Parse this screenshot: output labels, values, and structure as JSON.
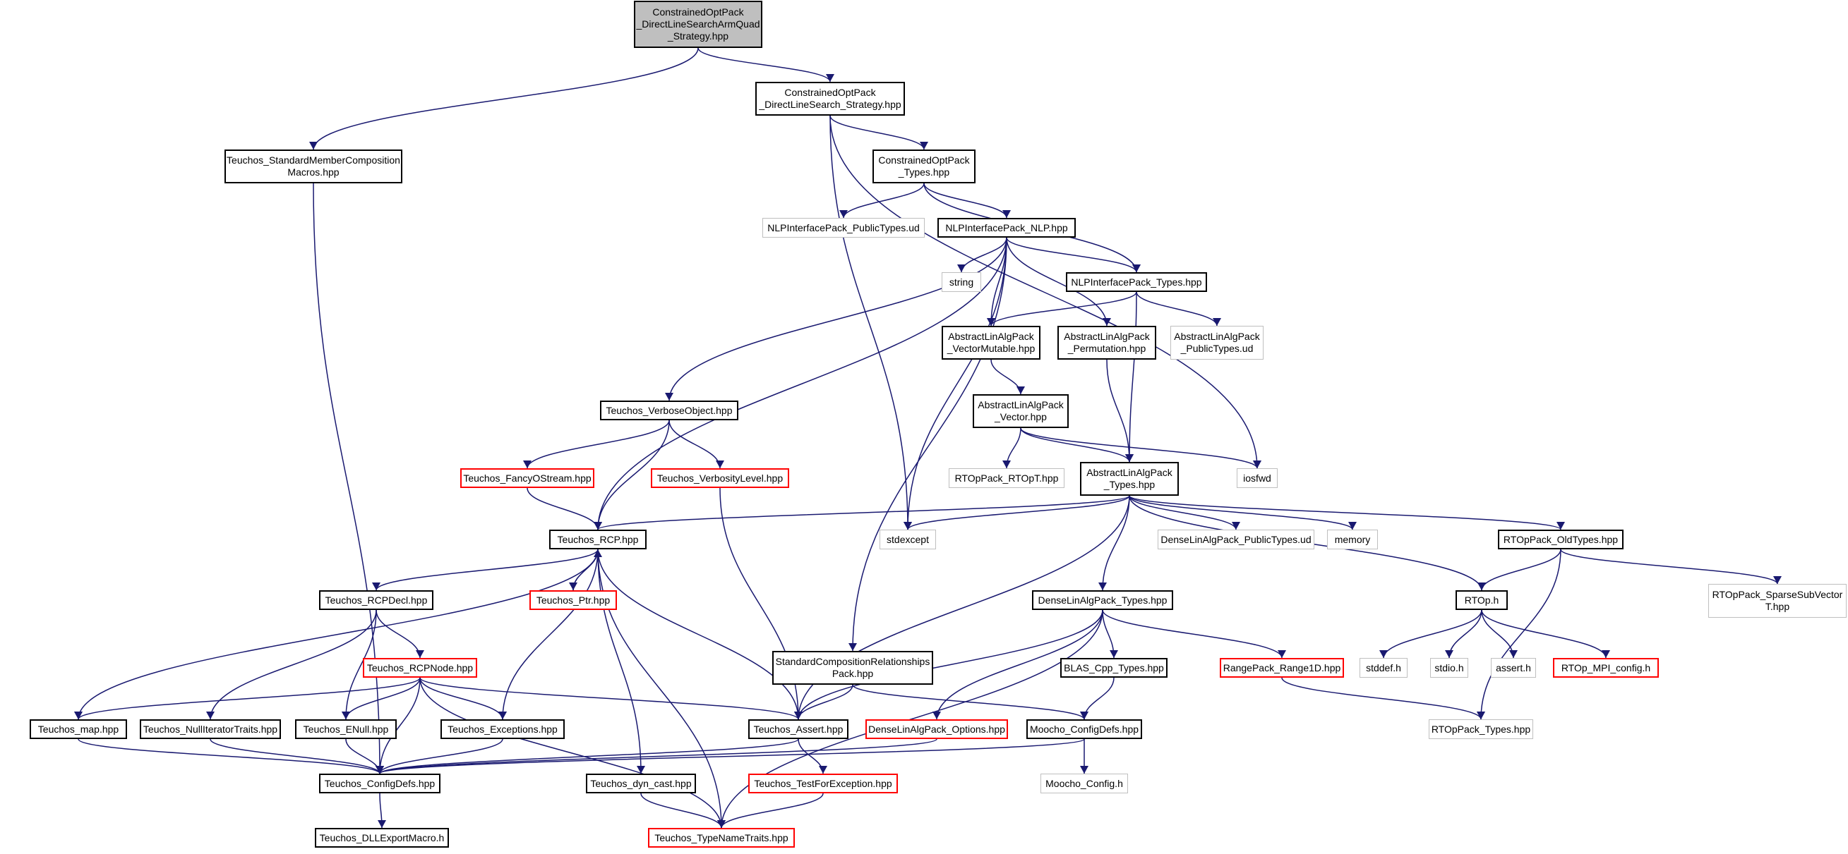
{
  "colors": {
    "edge": "#191970",
    "node_border": "#000000",
    "external_border": "#bfbfbf",
    "truncated_border": "#ff0000",
    "root_fill": "#bfbfbf"
  },
  "nodes": [
    {
      "id": "root",
      "label": "ConstrainedOptPack\n_DirectLineSearchArmQuad\n_Strategy.hpp",
      "kind": "root"
    },
    {
      "id": "smcm",
      "label": "Teuchos_StandardMemberComposition\nMacros.hpp",
      "kind": "normal"
    },
    {
      "id": "dls",
      "label": "ConstrainedOptPack\n_DirectLineSearch_Strategy.hpp",
      "kind": "normal"
    },
    {
      "id": "cop_types",
      "label": "ConstrainedOptPack\n_Types.hpp",
      "kind": "normal"
    },
    {
      "id": "nlp_pub",
      "label": "NLPInterfacePack_PublicTypes.ud",
      "kind": "external"
    },
    {
      "id": "nlp",
      "label": "NLPInterfacePack_NLP.hpp",
      "kind": "normal"
    },
    {
      "id": "string",
      "label": "string",
      "kind": "external"
    },
    {
      "id": "nlp_types",
      "label": "NLPInterfacePack_Types.hpp",
      "kind": "normal"
    },
    {
      "id": "vecmut",
      "label": "AbstractLinAlgPack\n_VectorMutable.hpp",
      "kind": "normal"
    },
    {
      "id": "perm",
      "label": "AbstractLinAlgPack\n_Permutation.hpp",
      "kind": "normal"
    },
    {
      "id": "alap_pub",
      "label": "AbstractLinAlgPack\n_PublicTypes.ud",
      "kind": "external"
    },
    {
      "id": "verbose",
      "label": "Teuchos_VerboseObject.hpp",
      "kind": "normal"
    },
    {
      "id": "vector",
      "label": "AbstractLinAlgPack\n_Vector.hpp",
      "kind": "normal"
    },
    {
      "id": "fancy",
      "label": "Teuchos_FancyOStream.hpp",
      "kind": "truncated"
    },
    {
      "id": "verblev",
      "label": "Teuchos_VerbosityLevel.hpp",
      "kind": "truncated"
    },
    {
      "id": "rtopt",
      "label": "RTOpPack_RTOpT.hpp",
      "kind": "external"
    },
    {
      "id": "alap_types",
      "label": "AbstractLinAlgPack\n_Types.hpp",
      "kind": "normal"
    },
    {
      "id": "iosfwd",
      "label": "iosfwd",
      "kind": "external"
    },
    {
      "id": "rcp",
      "label": "Teuchos_RCP.hpp",
      "kind": "normal"
    },
    {
      "id": "stdexcept",
      "label": "stdexcept",
      "kind": "external"
    },
    {
      "id": "dlap_pub",
      "label": "DenseLinAlgPack_PublicTypes.ud",
      "kind": "external"
    },
    {
      "id": "memory",
      "label": "memory",
      "kind": "external"
    },
    {
      "id": "oldtypes",
      "label": "RTOpPack_OldTypes.hpp",
      "kind": "normal"
    },
    {
      "id": "rcpdecl",
      "label": "Teuchos_RCPDecl.hpp",
      "kind": "normal"
    },
    {
      "id": "ptr",
      "label": "Teuchos_Ptr.hpp",
      "kind": "truncated"
    },
    {
      "id": "dlap_types",
      "label": "DenseLinAlgPack_Types.hpp",
      "kind": "normal"
    },
    {
      "id": "rtop",
      "label": "RTOp.h",
      "kind": "normal"
    },
    {
      "id": "sparse",
      "label": "RTOpPack_SparseSubVector\nT.hpp",
      "kind": "external"
    },
    {
      "id": "scr",
      "label": "StandardCompositionRelationships\nPack.hpp",
      "kind": "normal"
    },
    {
      "id": "rcpnode",
      "label": "Teuchos_RCPNode.hpp",
      "kind": "truncated"
    },
    {
      "id": "blas",
      "label": "BLAS_Cpp_Types.hpp",
      "kind": "normal"
    },
    {
      "id": "range",
      "label": "RangePack_Range1D.hpp",
      "kind": "truncated"
    },
    {
      "id": "stddef",
      "label": "stddef.h",
      "kind": "external"
    },
    {
      "id": "stdio",
      "label": "stdio.h",
      "kind": "external"
    },
    {
      "id": "assert",
      "label": "assert.h",
      "kind": "external"
    },
    {
      "id": "mpi",
      "label": "RTOp_MPI_config.h",
      "kind": "truncated"
    },
    {
      "id": "map",
      "label": "Teuchos_map.hpp",
      "kind": "normal"
    },
    {
      "id": "nulliter",
      "label": "Teuchos_NullIteratorTraits.hpp",
      "kind": "normal"
    },
    {
      "id": "enull",
      "label": "Teuchos_ENull.hpp",
      "kind": "normal"
    },
    {
      "id": "exceptions",
      "label": "Teuchos_Exceptions.hpp",
      "kind": "normal"
    },
    {
      "id": "tassert",
      "label": "Teuchos_Assert.hpp",
      "kind": "normal"
    },
    {
      "id": "dlap_opt",
      "label": "DenseLinAlgPack_Options.hpp",
      "kind": "truncated"
    },
    {
      "id": "moocho_cd",
      "label": "Moocho_ConfigDefs.hpp",
      "kind": "normal"
    },
    {
      "id": "rtop_types",
      "label": "RTOpPack_Types.hpp",
      "kind": "external"
    },
    {
      "id": "configdefs",
      "label": "Teuchos_ConfigDefs.hpp",
      "kind": "normal"
    },
    {
      "id": "dyncast",
      "label": "Teuchos_dyn_cast.hpp",
      "kind": "normal"
    },
    {
      "id": "testexc",
      "label": "Teuchos_TestForException.hpp",
      "kind": "truncated"
    },
    {
      "id": "moocho_cfg",
      "label": "Moocho_Config.h",
      "kind": "external"
    },
    {
      "id": "dll",
      "label": "Teuchos_DLLExportMacro.h",
      "kind": "normal"
    },
    {
      "id": "typename",
      "label": "Teuchos_TypeNameTraits.hpp",
      "kind": "truncated"
    }
  ],
  "edges": [
    [
      "root",
      "smcm"
    ],
    [
      "root",
      "dls"
    ],
    [
      "smcm",
      "configdefs"
    ],
    [
      "dls",
      "cop_types"
    ],
    [
      "dls",
      "stdexcept"
    ],
    [
      "dls",
      "iosfwd"
    ],
    [
      "cop_types",
      "nlp_pub"
    ],
    [
      "cop_types",
      "nlp"
    ],
    [
      "cop_types",
      "nlp_types"
    ],
    [
      "nlp",
      "string"
    ],
    [
      "nlp",
      "nlp_types"
    ],
    [
      "nlp",
      "vecmut"
    ],
    [
      "nlp",
      "perm"
    ],
    [
      "nlp",
      "verbose"
    ],
    [
      "nlp",
      "rcp"
    ],
    [
      "nlp",
      "stdexcept"
    ],
    [
      "nlp",
      "scr"
    ],
    [
      "nlp_types",
      "vecmut"
    ],
    [
      "nlp_types",
      "alap_pub"
    ],
    [
      "nlp_types",
      "alap_types"
    ],
    [
      "vecmut",
      "vector"
    ],
    [
      "perm",
      "alap_types"
    ],
    [
      "vector",
      "rtopt"
    ],
    [
      "vector",
      "alap_types"
    ],
    [
      "vector",
      "iosfwd"
    ],
    [
      "verbose",
      "fancy"
    ],
    [
      "verbose",
      "verblev"
    ],
    [
      "verbose",
      "rcp"
    ],
    [
      "fancy",
      "rcp"
    ],
    [
      "verblev",
      "tassert"
    ],
    [
      "alap_types",
      "rcp"
    ],
    [
      "alap_types",
      "stdexcept"
    ],
    [
      "alap_types",
      "dlap_pub"
    ],
    [
      "alap_types",
      "memory"
    ],
    [
      "alap_types",
      "oldtypes"
    ],
    [
      "alap_types",
      "dlap_types"
    ],
    [
      "alap_types",
      "rtop"
    ],
    [
      "alap_types",
      "tassert"
    ],
    [
      "oldtypes",
      "rtop"
    ],
    [
      "oldtypes",
      "sparse"
    ],
    [
      "oldtypes",
      "rtop_types"
    ],
    [
      "rtop",
      "stddef"
    ],
    [
      "rtop",
      "stdio"
    ],
    [
      "rtop",
      "assert"
    ],
    [
      "rtop",
      "mpi"
    ],
    [
      "rcp",
      "rcpdecl"
    ],
    [
      "rcp",
      "ptr"
    ],
    [
      "rcp",
      "map"
    ],
    [
      "rcp",
      "exceptions"
    ],
    [
      "rcp",
      "tassert"
    ],
    [
      "rcp",
      "dyncast"
    ],
    [
      "rcp",
      "typename"
    ],
    [
      "ptr",
      "rcp"
    ],
    [
      "rcpdecl",
      "rcpnode"
    ],
    [
      "rcpdecl",
      "nulliter"
    ],
    [
      "rcpdecl",
      "enull"
    ],
    [
      "rcpnode",
      "map"
    ],
    [
      "rcpnode",
      "enull"
    ],
    [
      "rcpnode",
      "exceptions"
    ],
    [
      "rcpnode",
      "tassert"
    ],
    [
      "rcpnode",
      "configdefs"
    ],
    [
      "rcpnode",
      "typename"
    ],
    [
      "dlap_types",
      "tassert"
    ],
    [
      "dlap_types",
      "dlap_opt"
    ],
    [
      "dlap_types",
      "blas"
    ],
    [
      "dlap_types",
      "range"
    ],
    [
      "dlap_types",
      "typename"
    ],
    [
      "blas",
      "moocho_cd"
    ],
    [
      "range",
      "rtop_types"
    ],
    [
      "scr",
      "tassert"
    ],
    [
      "scr",
      "moocho_cd"
    ],
    [
      "map",
      "configdefs"
    ],
    [
      "nulliter",
      "configdefs"
    ],
    [
      "enull",
      "configdefs"
    ],
    [
      "exceptions",
      "configdefs"
    ],
    [
      "tassert",
      "testexc"
    ],
    [
      "tassert",
      "configdefs"
    ],
    [
      "dlap_opt",
      "configdefs"
    ],
    [
      "moocho_cd",
      "configdefs"
    ],
    [
      "moocho_cd",
      "moocho_cfg"
    ],
    [
      "configdefs",
      "dll"
    ],
    [
      "dyncast",
      "typename"
    ],
    [
      "testexc",
      "typename"
    ]
  ]
}
